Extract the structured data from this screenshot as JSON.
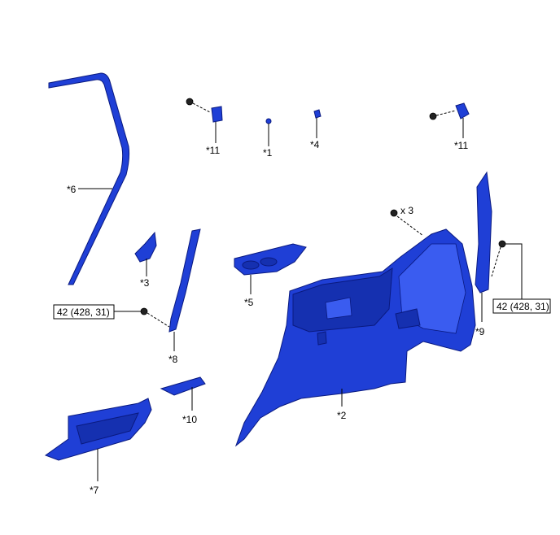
{
  "labels": {
    "p1": "*1",
    "p2": "*2",
    "p3": "*3",
    "p4": "*4",
    "p5": "*5",
    "p6": "*6",
    "p7": "*7",
    "p8": "*8",
    "p9": "*9",
    "p10": "*10",
    "p11_left": "*11",
    "p11_right": "*11",
    "qty_x3": "x 3"
  },
  "torque": {
    "left": "42 (428, 31)",
    "right": "42 (428, 31)"
  },
  "colors": {
    "part_fill": "#1f3fd6",
    "part_stroke": "#0a1a80"
  }
}
